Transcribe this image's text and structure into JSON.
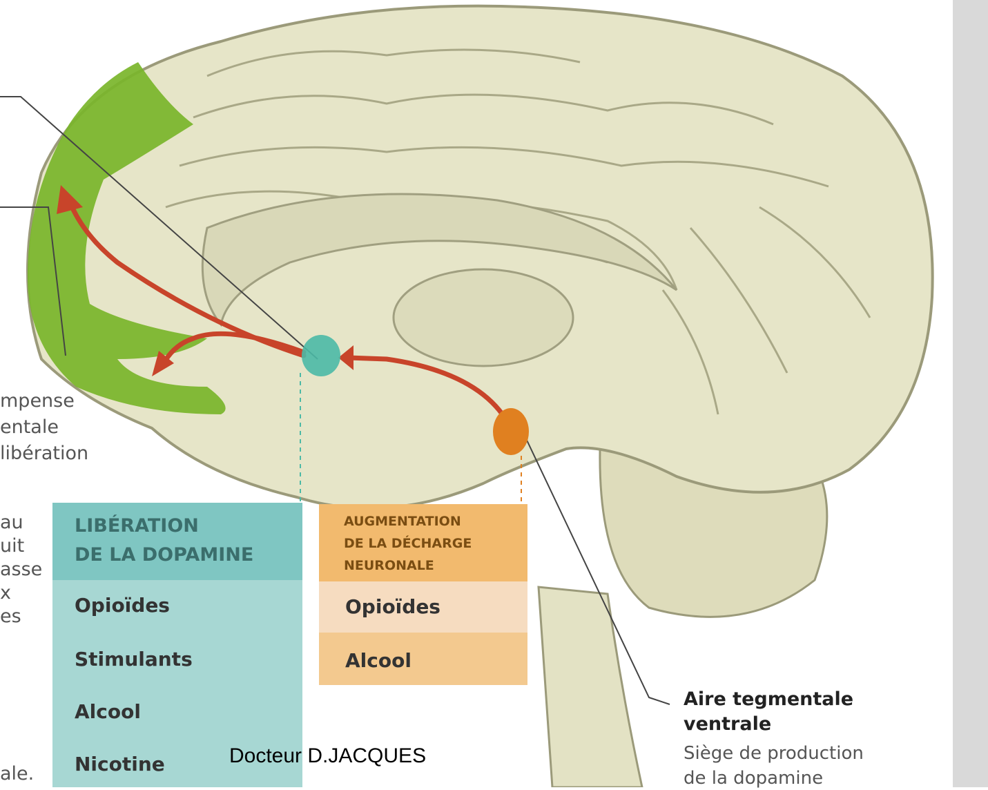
{
  "colors": {
    "background": "#ffffff",
    "brain_fill": "#e4e3c6",
    "brain_stroke": "#9b9a7a",
    "cortex_green": "#7ab52a",
    "pathway_red": "#c8442a",
    "nucleus_accumbens": "#4bb9a6",
    "vta": "#e08020",
    "teal_box": "#a7d7d3",
    "teal_box_header": "#7fc6c2",
    "orange_box_header": "#f2ba6e",
    "orange_box_light": "#f6dcc0",
    "orange_box_mid": "#f3c98f"
  },
  "left_fragments": [
    "mpense",
    "entale",
    "libération",
    "au",
    "uit",
    "asse",
    "x",
    "es",
    "ale."
  ],
  "dopamine_box": {
    "header_line1": "LIBÉRATION",
    "header_line2": "DE LA DOPAMINE",
    "items": [
      "Opioïdes",
      "Stimulants",
      "Alcool",
      "Nicotine"
    ]
  },
  "discharge_box": {
    "header_line1": "AUGMENTATION",
    "header_line2": "DE LA DÉCHARGE",
    "header_line3": "NEURONALE",
    "items": [
      "Opioïdes",
      "Alcool"
    ]
  },
  "vta_label": {
    "title_line1": "Aire tegmentale",
    "title_line2": "ventrale",
    "desc_line1": "Siège de production",
    "desc_line2": "de la dopamine"
  },
  "credit": "Docteur D.JACQUES"
}
